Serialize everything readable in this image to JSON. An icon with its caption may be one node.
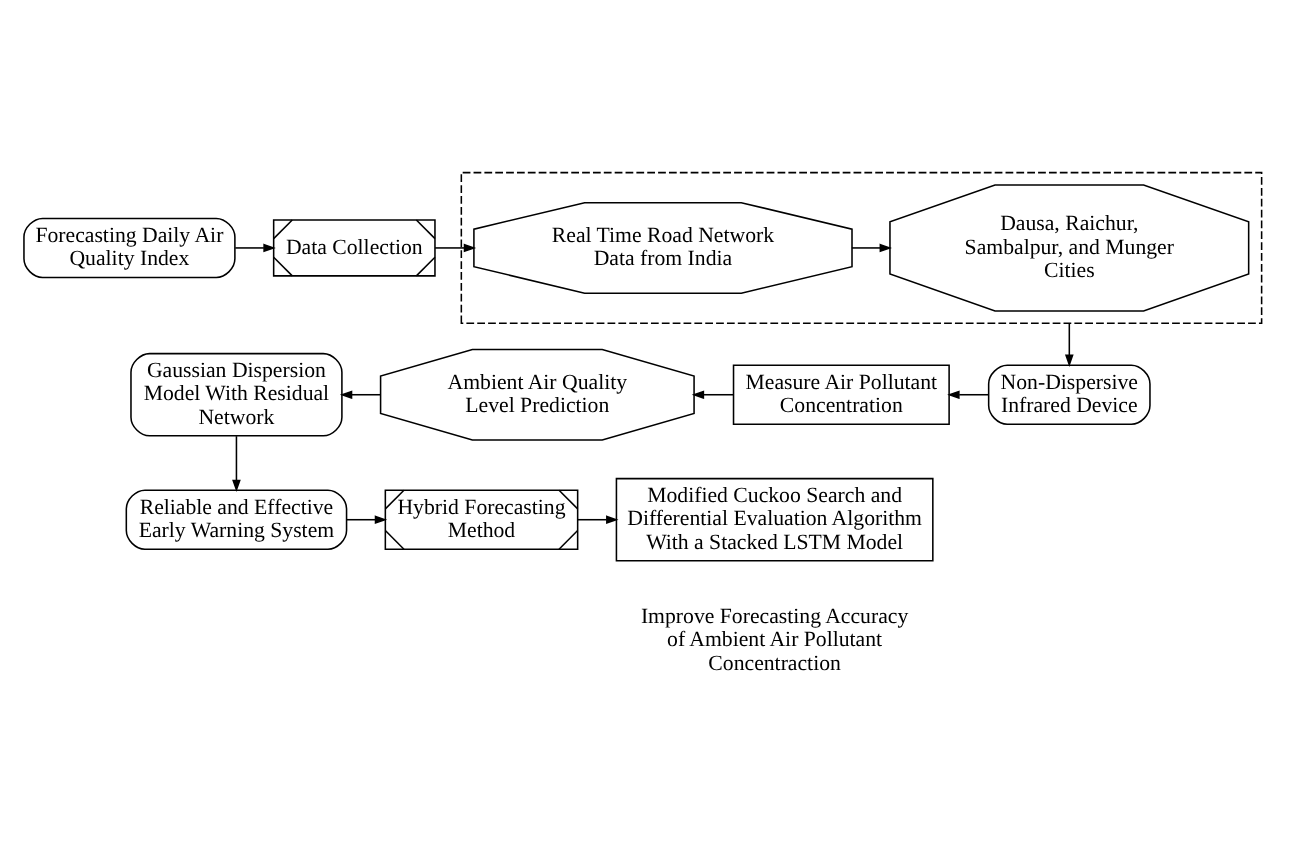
{
  "diagram": {
    "nodes": [
      {
        "text": [
          "Forecasting Daily Air Quality Index"
        ]
      },
      {
        "text": [
          "Data Collection"
        ]
      },
      {
        "text": [],
        "shape": "box"
      },
      {
        "text": [
          "Real Time Road Network Data from India"
        ],
        "in": 2
      },
      {
        "text": [
          "Dausa, Raichur, Sambalpur, and Munger Cities"
        ],
        "in": 2
      },
      {
        "text": [
          "Non-Dispersive Infrared Device"
        ]
      },
      {
        "text": [
          "Measure Air Pollutant Concentration"
        ]
      },
      {
        "text": [
          "Ambient Air Quality Level Prediction"
        ]
      },
      {
        "text": [
          "Gaussian Dispersion Model With Residual Network"
        ]
      },
      {
        "text": [
          "Reliable and Effective Early Warning System"
        ]
      },
      {
        "text": [
          "Hybrid Forecasting Method"
        ]
      },
      {
        "text": [
          "Modified Cuckoo Search and Differential Evaluation Algorithm With a Stacked LSTM Model"
        ]
      }
    ],
    "edges": [
      {
        "from": 0,
        "to": 1,
        "arrow": "to"
      },
      {
        "from": 1,
        "to": 3,
        "arrow": "to"
      },
      {
        "from": 3,
        "to": 4,
        "arrow": "to"
      },
      {
        "from": 2,
        "to": 5,
        "arrow": "to"
      },
      {
        "from": 5,
        "to": 6,
        "arrow": "to"
      },
      {
        "from": 6,
        "to": 7,
        "arrow": "to"
      },
      {
        "from": 7,
        "to": 8,
        "arrow": "to"
      },
      {
        "from": 8,
        "to": 9,
        "arrow": "to"
      },
      {
        "from": 9,
        "to": 10,
        "arrow": "to"
      },
      {
        "from": 10,
        "to": 11,
        "arrow": "to"
      }
    ],
    "labels": [
      "Improve Forecasting Accuracy of Ambient Air Pollutant Concentraction"
    ]
  }
}
